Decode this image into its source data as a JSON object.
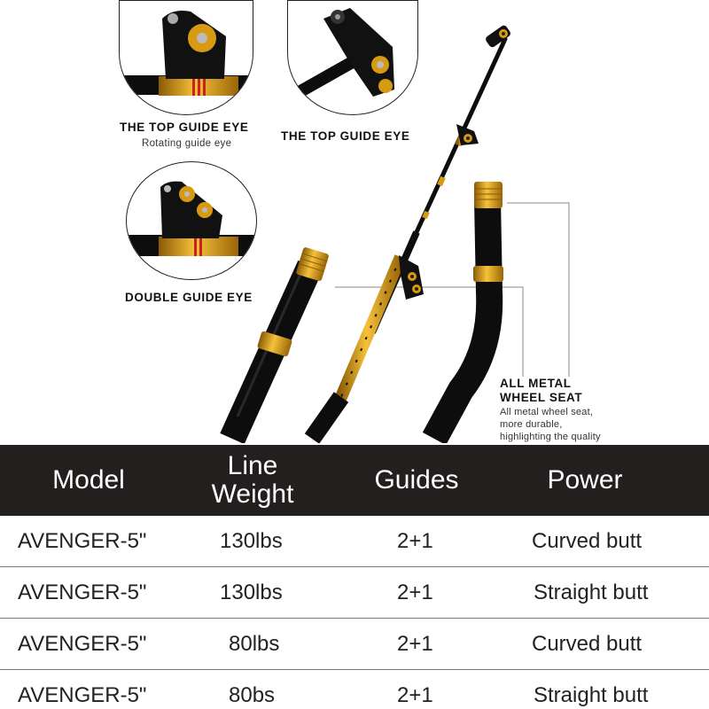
{
  "callouts": {
    "top_guide_eye_1": {
      "title": "THE TOP GUIDE EYE",
      "subtitle": "Rotating guide eye"
    },
    "top_guide_eye_2": {
      "title": "THE TOP GUIDE EYE"
    },
    "double_guide_eye": {
      "title": "DOUBLE GUIDE EYE"
    },
    "wheel_seat": {
      "title_line1": "ALL METAL",
      "title_line2": "WHEEL SEAT",
      "desc_lines": [
        "All metal wheel seat,",
        "more durable,",
        "highlighting the quality"
      ]
    }
  },
  "colors": {
    "header_bg": "#231f1e",
    "gold": "#d79a12",
    "rod_black": "#0d0d0d",
    "wrap_red": "#c8231e"
  },
  "table": {
    "headers": {
      "model": "Model",
      "line_weight_1": "Line",
      "line_weight_2": "Weight",
      "guides": "Guides",
      "power": "Power"
    },
    "rows": [
      {
        "model": "AVENGER-5\"",
        "line_weight": "130lbs",
        "guides": "2+1",
        "power": "Curved butt"
      },
      {
        "model": "AVENGER-5\"",
        "line_weight": "130lbs",
        "guides": "2+1",
        "power": "Straight butt"
      },
      {
        "model": "AVENGER-5\"",
        "line_weight": "80lbs",
        "guides": "2+1",
        "power": "Curved butt"
      },
      {
        "model": "AVENGER-5\"",
        "line_weight": "80bs",
        "guides": "2+1",
        "power": "Straight butt"
      }
    ]
  }
}
